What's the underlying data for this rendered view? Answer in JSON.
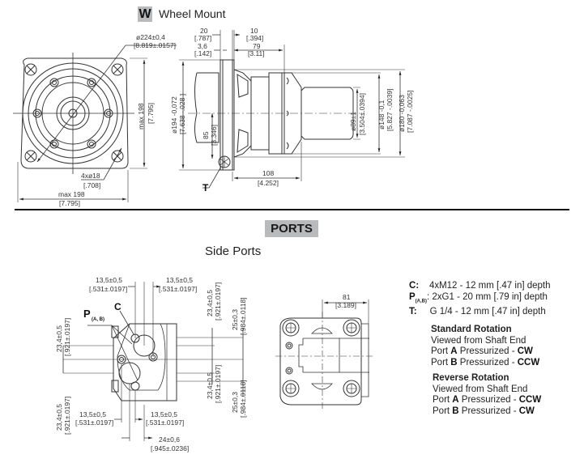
{
  "header": {
    "badge": "W",
    "title": "Wheel Mount"
  },
  "front_view": {
    "bolt_circle_dim": "ø224±0,4",
    "bolt_circle_dim_in": "[8.819±.0157]",
    "height_dim": "max 198",
    "height_dim_in": "[7.795]",
    "width_dim": "max 198",
    "width_dim_in": "[7.795]",
    "hole_dim": "4xø18",
    "hole_dim_in": "[.708]"
  },
  "side_view": {
    "dim_20": "20",
    "dim_20_in": "[.787]",
    "dim_10": "10",
    "dim_10_in": "[.394]",
    "dim_3_6": "3,6",
    "dim_3_6_in": "[.142]",
    "dim_79": "79",
    "dim_79_in": "[3.11]",
    "dia_194": "ø194 -0,072",
    "dia_194_in": "[7.638 -.028 ]",
    "dim_85": "85",
    "dim_85_in": "[3.346]",
    "dim_108": "108",
    "dim_108_in": "[4.252]",
    "dia_89": "ø89±1",
    "dia_89_in": "[3.504±.0394]",
    "dia_148": "ø148 -0,1",
    "dia_148_in": "[5.827 -.0039]",
    "dia_180": "ø180 -0,063",
    "dia_180_in": "[7.087 -.0025]",
    "port_t_label": "T"
  },
  "ports": {
    "badge": "PORTS",
    "subtitle": "Side Ports",
    "dim_13_5": "13,5±0,5",
    "dim_13_5_in": "[.531±.0197]",
    "dim_23_4": "23,4±0,5",
    "dim_23_4_in": "[.921±.0197]",
    "dim_25": "25±0,3",
    "dim_25_in": "[.984±.0118]",
    "dim_24": "24±0,6",
    "dim_24_in": "[.945±.0236]",
    "dim_81": "81",
    "dim_81_in": "[3.189]",
    "label_c": "C",
    "label_p": "P",
    "label_p_sub": "(A, B)"
  },
  "legend": {
    "items": [
      {
        "key": "C",
        "sub": "",
        "text": "4xM12 - 12 mm [.47 in] depth"
      },
      {
        "key": "P",
        "sub": "(A,B)",
        "text": "2xG1  - 20 mm [.79 in] depth"
      },
      {
        "key": "T",
        "sub": "",
        "text": "G 1/4 - 12 mm [.47 in] depth"
      }
    ]
  },
  "rotation": {
    "standard": {
      "title": "Standard Rotation",
      "subtitle": "Viewed from Shaft End",
      "line1_pre": "Port ",
      "line1_port": "A",
      "line1_mid": " Pressurized - ",
      "line1_dir": "CW",
      "line2_pre": "Port ",
      "line2_port": "B",
      "line2_mid": " Pressurized - ",
      "line2_dir": "CCW"
    },
    "reverse": {
      "title": "Reverse Rotation",
      "subtitle": "Viewed from Shaft End",
      "line1_pre": "Port ",
      "line1_port": "A",
      "line1_mid": " Pressurized - ",
      "line1_dir": "CCW",
      "line2_pre": "Port ",
      "line2_port": "B",
      "line2_mid": " Pressurized - ",
      "line2_dir": "CW"
    }
  }
}
